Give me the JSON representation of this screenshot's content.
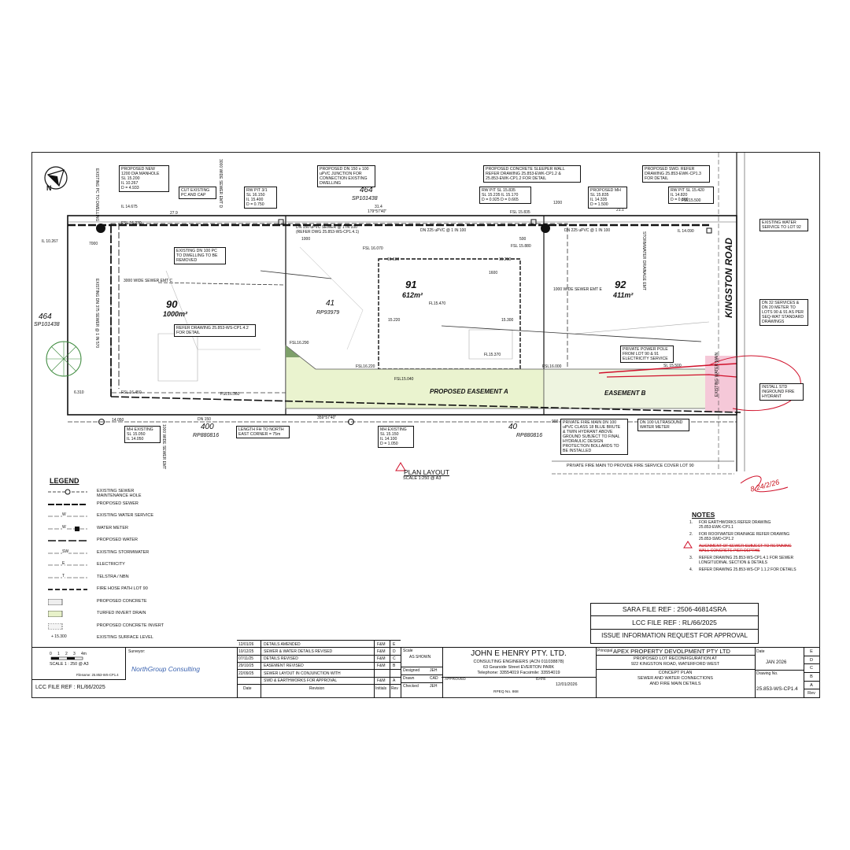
{
  "lots": {
    "lot90": {
      "num": "90",
      "area": "1000m²"
    },
    "lot91": {
      "num": "91",
      "area": "612m²"
    },
    "lot92": {
      "num": "92",
      "area": "411m²"
    },
    "lot41": {
      "num": "41",
      "plan": "RP93979"
    },
    "lot464_top": {
      "num": "464",
      "plan": "SP101438"
    },
    "lot464_left": {
      "num": "464",
      "plan": "SP101438"
    },
    "lot400": {
      "num": "400",
      "plan": "RP880816"
    },
    "lot40": {
      "num": "40",
      "plan": "RP880816"
    }
  },
  "road": "KINGSTON ROAD",
  "easements": {
    "a": "PROPOSED EASEMENT A",
    "b": "EASEMENT B"
  },
  "plan_layout": {
    "title": "PLAN LAYOUT",
    "scale": "SCALE 1:250 @ A3"
  },
  "callouts": {
    "manhole": "PROPOSED NEW\n1200 DIA MANHOLE\nSL 15.200\nIL 10.267\nD = 4.933",
    "cut_pc": "CUT EXISTING\nPC AND CAP",
    "rwpit_left": "RW PIT 3/1\nSL 16.150\nIL 15.400\nD = 0.750",
    "dn150_junction": "PROPOSED DN 150 x 100\nuPVC JUNCTION FOR\nCONNECTION EXISTING\nDWELLING",
    "sleeper_wall": "PROPOSED CONCRETE SLEEPER WALL\nREFER DRAWING 25.853-EWK-CP1.2 &\n25.853-EWK-CP1.2 FOR DETAIL",
    "rwpit_mid": "RW PIT SL 15.835\nSL 15.235 IL 15.170\nD = 0.925 D = 0.665",
    "proposed_mh": "PROPOSED MH\nSL 15.835\nIL 14.335\nD = 1.500",
    "swd_refer": "PROPOSED SWD. REFER\nDRAWING 25.853-EWK-CP1.3\nFOR DETAIL",
    "rwpit_right": "RW PIT SL 15.420\nIL 14.820\nD = 0.600",
    "existing_water": "EXISTING WATER\nSERVICE TO LOT 92",
    "dn32_services": "DN 32 SERVICES &\nDN 20 METER TO\nLOTS 90 & 91 AS PER\nSEQ-WAT STANDARD\nDRAWINGS",
    "power_pole": "PRIVATE POWER POLE\nFROM LOT 90 & 91\nELECTRICITY SERVICE",
    "fire_hydrant": "INSTALL STD\nINGROUND FIRE\nHYDRANT",
    "fire_main": "PRIVATE FIRE MAIN DN 100\nuPVC CLASS 18 BLUE BRUTE\n& TWIN HYDRANT ABOVE\nGROUND SUBJECT TO FINAL\nHYDRAULIC DESIGN\nPROTECTION BOLLARDS TO\nBE INSTALLED",
    "ultrasound_meter": "DN 100 ULTRASOUND\nWATER METER",
    "pc_remove": "EXISTING DN 100 PC\nTO DWELLING TO BE\nREMOVED",
    "refer_142": "REFER DRAWING 25.853-WS-CP1.4.2\nFOR DETAIL",
    "mh_existing_left": "MH EXISTING\nSL 15.050\nIL 14.050",
    "length_fh": "LENGTH FH TO NORTH\nEAST CORNER = 75m",
    "mh_existing_mid": "MH EXISTING\nSL 15.150\nIL 14.100\nD = 1.050"
  },
  "pipe_labels": {
    "dn150": "DN 150 uPVC SEWER @ 1 IN 100\n(REFER DWG 25.853-WS-CP1.4.1)",
    "dn225_a": "DN 225 uPVC @ 1 IN 100",
    "dn225_b": "DN 225 uPVC @ 1 IN 100",
    "sewer_c": "3000 WIDE SEWER EMT C",
    "sewer_e": "1000 WIDE SEWER EMT E",
    "sewer_d": "3000 WIDE SEWER EMT D",
    "private_fire": "PRIVATE FIRE MAIN TO PROVIDE FIRE SERVICE COVER LOT 90",
    "dn150_bottom": "DN 150",
    "sewer_emt_bottom": "1000 WIDE SEWER EMT",
    "stormwater": "STORMWATER DRAINAGE EMT",
    "existing_375": "EXISTING DN 375 SEWER @ 1 IN 570",
    "existing_pc": "EXISTING PC TO DWELLING",
    "water_main": "EXISTING WATER MAIN"
  },
  "levels": {
    "il_14675": "IL 14.675",
    "fsl_16230": "FSL 16.230",
    "il_10267": "IL 10.267",
    "fsl_16070": "FSL 16.070",
    "fsl_15835": "FSL 15.835",
    "fsl_15880": "FSL 15.880",
    "il_14090": "IL 14.090",
    "v_15130": "15.130",
    "v_15210": "15.210",
    "fl_15470": "FL15.470",
    "v_15220": "15.220",
    "v_15300": "15.300",
    "fsl_16290": "FSL16.290",
    "fl_15370": "FL15.370",
    "fsl_16220": "FSL16.220",
    "fsl_16000": "FSL16.000",
    "sl_15500": "SL 15.500",
    "fsl_15040": "FSL15.040",
    "fsl_16450": "FSL 16.450",
    "fsl_16360": "FSL16.360",
    "v_14050": "14.050",
    "fsl_15500": "FSL15.500"
  },
  "dims": {
    "d279": "27.9",
    "d314": "31.4",
    "d211": "21.1",
    "bearing_top": "179°57'40\"",
    "bearing_bottom": "359°57'40\"",
    "d1000": "1000",
    "d1200": "1200",
    "d500": "500",
    "d1600": "1600",
    "d7000": "7000",
    "d900": "900",
    "d6310": "6.310"
  },
  "legend": {
    "title": "LEGEND",
    "items": [
      {
        "sym": "mh",
        "label": "EXISTING SEWER\nMAINTENANCE HOLE"
      },
      {
        "sym": "proposed-sewer",
        "label": "PROPOSED SEWER"
      },
      {
        "sym": "existing-water",
        "label": "EXISTING WATER SERVICE",
        "code": "W"
      },
      {
        "sym": "water-meter",
        "label": "WATER METER",
        "code": "W"
      },
      {
        "sym": "proposed-water",
        "label": "PROPOSED WATER"
      },
      {
        "sym": "existing-sw",
        "label": "EXISTING STORMWATER",
        "code": "SW"
      },
      {
        "sym": "electricity",
        "label": "ELECTRICITY",
        "code": "E"
      },
      {
        "sym": "telstra",
        "label": "TELSTRA / NBN",
        "code": "T"
      },
      {
        "sym": "fire-hose",
        "label": "FIRE HOSE PATH LOT 90"
      },
      {
        "sym": "concrete",
        "label": "PROPOSED CONCRETE"
      },
      {
        "sym": "turfed",
        "label": "TURFED INVERT DRAIN"
      },
      {
        "sym": "concrete-invert",
        "label": "PROPOSED CONCRETE INVERT"
      },
      {
        "sym": "surface-level",
        "label": "EXISTING SURFACE LEVEL",
        "code": "+ 15.300"
      }
    ]
  },
  "notes": {
    "title": "NOTES",
    "items": [
      {
        "num": "1.",
        "text": "FOR EARTHWORKS REFER DRAWING\n25.853-EWK-CP1.1"
      },
      {
        "num": "2.",
        "text": "FOR ROOFWATER DRAINAGE REFER DRAWING\n25.853-SWD-CP1.2"
      },
      {
        "num": "",
        "text": "ALIGNMENT OF SEWER SUBJECT TO RETAINING\nWALL CONCRETE PIER DEPTHS"
      },
      {
        "num": "3.",
        "text": "REFER DRAWING 25.853-WS-CP1.4.1 FOR SEWER\nLONGITUDINAL SECTION & DETAILS"
      },
      {
        "num": "4.",
        "text": "REFER DRAWING 25.853-WS-CP 1.1.2 FOR DETAILS"
      }
    ]
  },
  "stamps": {
    "sara": "SARA FILE REF : 2506-46814SRA",
    "lcc": "LCC FILE REF : RL/66/2025",
    "issue": "ISSUE INFORMATION REQUEST FOR APPROVAL"
  },
  "title_block": {
    "scale_label": "SCALE 1 : 250 @ A3",
    "scale_ticks": [
      "0",
      "1",
      "2",
      "3",
      "4m"
    ],
    "filename": "Filename: 25.853-WS-CP1.4",
    "lcc_ref": "LCC FILE REF : RL/66/2025",
    "surveyor_label": "Surveyor:",
    "surveyor_name": "NorthGroup Consulting",
    "revisions": [
      {
        "date": "12/01/26",
        "desc": "DETAILS AMENDED",
        "init": "F&M",
        "rev": "E"
      },
      {
        "date": "10/12/25",
        "desc": "SEWER & WATER DETAILS REVISED",
        "init": "F&M",
        "rev": "D"
      },
      {
        "date": "07/11/25",
        "desc": "DETAILS REVISED",
        "init": "F&M",
        "rev": "C"
      },
      {
        "date": "29/10/25",
        "desc": "EASEMENT REVISED",
        "init": "F&M",
        "rev": "B"
      },
      {
        "date": "22/09/25",
        "desc": "SEWER LAYOUT IN CONJUNCTION WITH",
        "init": "",
        "rev": ""
      },
      {
        "date": "",
        "desc": "SWD & EARTHWORKS FOR APPROVAL",
        "init": "F&M",
        "rev": "A"
      }
    ],
    "rev_headers": {
      "date": "Date",
      "revision": "Revision",
      "initials": "Initials",
      "rev": "Rev"
    },
    "scale_box": {
      "label": "Scale",
      "value": "AS SHOWN"
    },
    "designed": {
      "label": "Designed",
      "value": "JEH"
    },
    "drawn": {
      "label": "Drawn",
      "value": "CAD"
    },
    "checked": {
      "label": "Checked",
      "value": "JEH"
    },
    "company": "JOHN E HENRY PTY. LTD.",
    "company_sub": "CONSULTING ENGINEERS  (ACN 011038878)",
    "company_addr": "63 Gearside Street  EVERTON PARK",
    "company_phone": "Telephone: 33554019 Facsimile: 33554019",
    "approved_label": "APPROVED",
    "date_label": "DATE",
    "approved_date": "12/01/2026",
    "rpeq": "RPEQ No. 868",
    "principal_label": "Principal",
    "principal": "APEX PROPERTY DEVOLPMENT PTY LTD",
    "project": "PROPOSED LOT RECONFIGURATION AT\n922 KINGSTON ROAD, WATERFORD WEST",
    "drawing_title": "CONCEPT PLAN\nSEWER AND WATER CONNECTIONS\nAND FIRE MAIN DETAILS",
    "date_box_label": "Date",
    "date_box_value": "JAN 2026",
    "drawing_no_label": "Drawing No.",
    "drawing_no": "25.853-WS-CP1.4",
    "rev_column": [
      "E",
      "D",
      "C",
      "B",
      "A",
      "Rev"
    ]
  },
  "signature": "8 24/2/26",
  "colors": {
    "easement": "#eaf3cf",
    "pink": "#f5c8d8",
    "red": "#d0102a",
    "concrete": "#eeeeee",
    "turf": "#e7f1c9"
  }
}
